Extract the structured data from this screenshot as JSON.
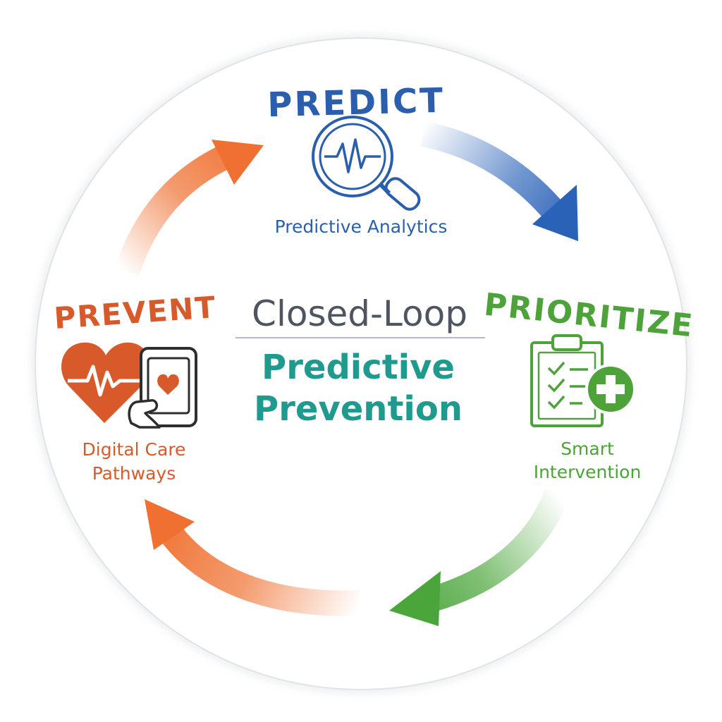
{
  "center": {
    "title": "Closed-Loop",
    "subtitle_line1": "Predictive",
    "subtitle_line2": "Prevention"
  },
  "stages": {
    "predict": {
      "title": "PREDICT",
      "sub_line1": "Predictive Analytics",
      "color": "#2b5fae",
      "icon": "magnifier-heartbeat-icon"
    },
    "prioritize": {
      "title": "PRIORITIZE",
      "sub_line1": "Smart",
      "sub_line2": "Intervention",
      "color": "#4ea23a",
      "icon": "clipboard-plus-icon"
    },
    "prevent": {
      "title": "PREVENT",
      "sub_line1": "Digital Care",
      "sub_line2": "Pathways",
      "color": "#d85a2a",
      "icon": "heart-tablet-icon"
    }
  },
  "colors": {
    "title_gray": "#4e5560",
    "teal": "#1f9a8e",
    "arrow_blue": "#2a62b8",
    "arrow_green": "#4aa53a",
    "arrow_orange": "#ef7030",
    "ring": "#e2e4e8"
  }
}
